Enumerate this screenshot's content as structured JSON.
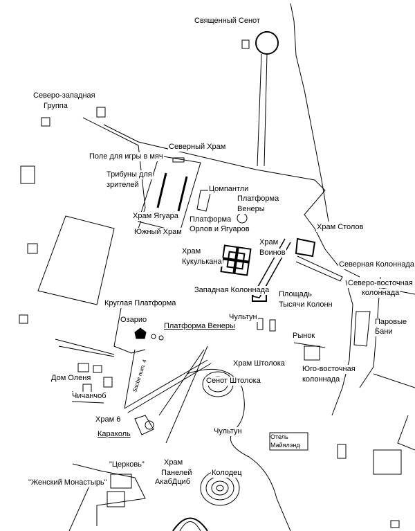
{
  "map": {
    "labels": {
      "sacred_cenote": "Священный Сенот",
      "northwest_group_1": "Северо-западная",
      "northwest_group_2": "Группа",
      "north_temple": "Северный Храм",
      "ball_court": "Поле для игры в мяч",
      "stands_1": "Трибуны для",
      "stands_2": "зрителей",
      "tzompantli": "Цомпантли",
      "venus_platform_n_1": "Платформа",
      "venus_platform_n_2": "Венеры",
      "jaguar_temple": "Храм Ягуара",
      "eagles_platform_1": "Платформа",
      "eagles_platform_2": "Орлов и Ягуаров",
      "south_temple": "Южный Храм",
      "temple_tables": "Храм Столов",
      "warriors_1": "Храм",
      "warriors_2": "Воинов",
      "kukulkan_1": "Храм",
      "kukulkan_2": "Кукулькана",
      "north_colonnade": "Северная Колоннада",
      "ne_colonnade_1": "Северо-восточная",
      "ne_colonnade_2": "колоннада",
      "west_colonnade": "Западная Колоннада",
      "thousand_columns_1": "Площадь",
      "thousand_columns_2": "Тысячи  Колонн",
      "round_platform": "Круглая Платформа",
      "osario": "Озарио",
      "venus_platform_s": "Платформа Венеры",
      "chultun_1": "Чультун",
      "steam_baths_1": "Паровые",
      "steam_baths_2": "Бани",
      "market": "Рынок",
      "xtoloc_temple": "Храм Штолока",
      "se_colonnade_1": "Юго-восточная",
      "se_colonnade_2": "колоннада",
      "deer_house": "Дом Оленя",
      "xtoloc_cenote": "Сенот Штолока",
      "chichanchob": "Чичанчоб",
      "sacbe": "Sacbe num. 4",
      "temple_6": "Храм 6",
      "caracol": "Караколь",
      "chultun_2": "Чультун",
      "hotel_1": "Отель",
      "hotel_2": "Майялэнд",
      "panels_1": "Храм",
      "panels_2": "Панелей",
      "church": "\"Церковь\"",
      "well": "Колодец",
      "nunnery": "\"Женский Монастырь\"",
      "akabdzib": "АкабДциб"
    }
  }
}
